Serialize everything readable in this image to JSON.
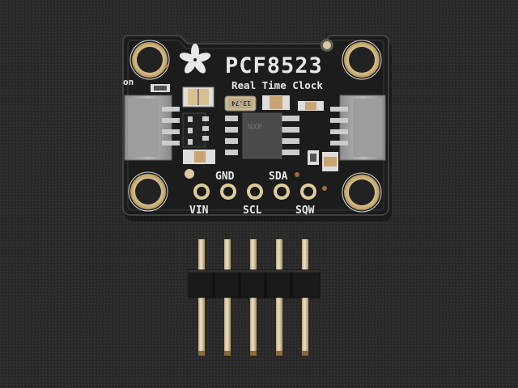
{
  "photo": {
    "subject": "PCF8523 Real Time Clock breakout board with 5-pin male header",
    "background_color": "#2b2b2b"
  },
  "board": {
    "chip_label": "PCF8523",
    "subtitle": "Real Time Clock",
    "led_label": "on",
    "ic_marking": "NXP",
    "crystal_marking": "13.74",
    "colors": {
      "pcb": "#1c1c1c",
      "pcb_edge": "#3a3a3a",
      "silkscreen": "#e8e8e8",
      "gold": "#d9c28f",
      "connector": "#a8a8a8",
      "capacitor": "#c9a472"
    }
  },
  "pins": {
    "top_labels": [
      "GND",
      "SDA"
    ],
    "bottom_labels": [
      "VIN",
      "SCL",
      "SQW"
    ],
    "order": [
      "VIN",
      "GND",
      "SCL",
      "SDA",
      "SQW"
    ]
  },
  "header": {
    "pin_count": 5,
    "pin_color": "#d8c9a5",
    "housing_color": "#1a1a1a"
  }
}
